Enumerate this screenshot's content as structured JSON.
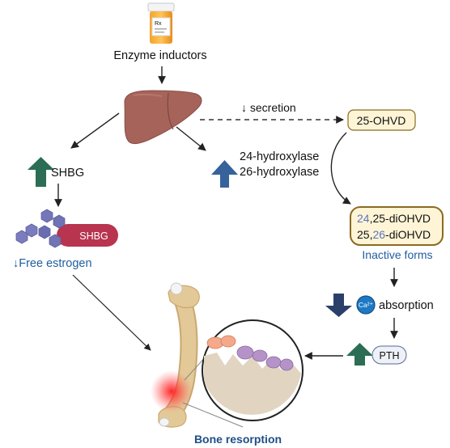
{
  "labels": {
    "enzyme_inductors": "Enzyme inductors",
    "secretion": "↓ secretion",
    "ohvd25": "25-OHVD",
    "shbg": "SHBG",
    "shbg_protein": "SHBG",
    "hydroxylase24": "24-hydroxylase",
    "hydroxylase26": "26-hydroxylase",
    "free_estrogen": "↓Free estrogen",
    "diohvd_line1_prefix": "24",
    "diohvd_line1_suffix": ",25-diOHVD",
    "diohvd_line2_prefix": "25,",
    "diohvd_line2_hl": "26",
    "diohvd_line2_suffix": "-diOHVD",
    "inactive_forms": "Inactive forms",
    "calcium": "Ca²⁺",
    "absorption": "absorption",
    "pth": "PTH",
    "bone_resorption": "Bone resorption",
    "pill_label": "Rx"
  },
  "colors": {
    "up_arrow_green": "#2b6e55",
    "up_arrow_blue": "#36639a",
    "down_arrow_navy": "#2a3f6a",
    "liver": "#a5635a",
    "box_border": "#8a6a22",
    "box_fill": "#fff5d6",
    "shbg_pill": "#b8344f",
    "hexagon": "#6f72b3",
    "highlight_text": "#5b72c0",
    "label_blue": "#1f5fa0",
    "bone": "#e3c997",
    "inflammation": "#ff2a2a"
  },
  "icons": {
    "pill_bottle": "pill-bottle-icon",
    "liver": "liver-icon",
    "calcium": "calcium-ion-icon",
    "bone": "femur-bone-icon"
  }
}
